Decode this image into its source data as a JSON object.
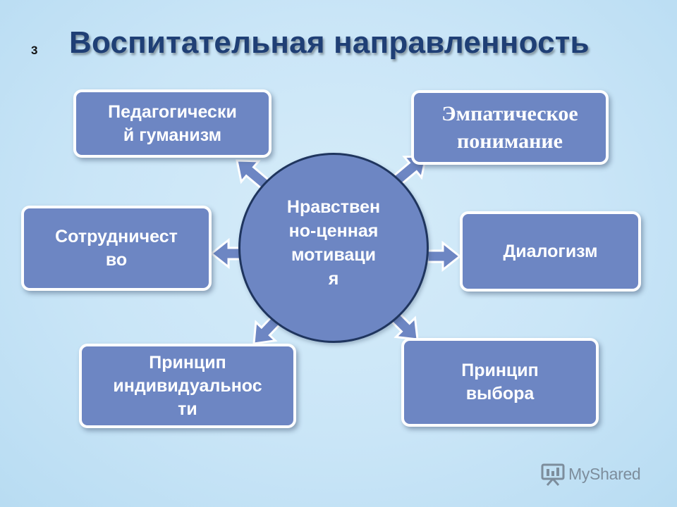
{
  "slide_number": "3",
  "title": "Воспитательная направленность",
  "center": {
    "lines": [
      "Нравствен",
      "но-ценная",
      "мотиваци",
      "я"
    ]
  },
  "boxes": {
    "pedagogical": {
      "lines": [
        "Педагогически",
        "й гуманизм"
      ]
    },
    "empathic": {
      "lines": [
        "Эмпатическое",
        "понимание"
      ]
    },
    "cooperation": {
      "lines": [
        "Сотрудничест",
        "во"
      ]
    },
    "dialogism": {
      "lines": [
        "Диалогизм"
      ]
    },
    "individuality": {
      "lines": [
        "Принцип",
        "индивидуальнос",
        "ти"
      ]
    },
    "choice": {
      "lines": [
        "Принцип",
        "выбора"
      ]
    }
  },
  "watermark": {
    "text": "MyShared"
  },
  "colors": {
    "box_fill": "#6d86c3",
    "box_border": "#ffffff",
    "title": "#1f3f75",
    "circle_border": "#1f355e"
  }
}
